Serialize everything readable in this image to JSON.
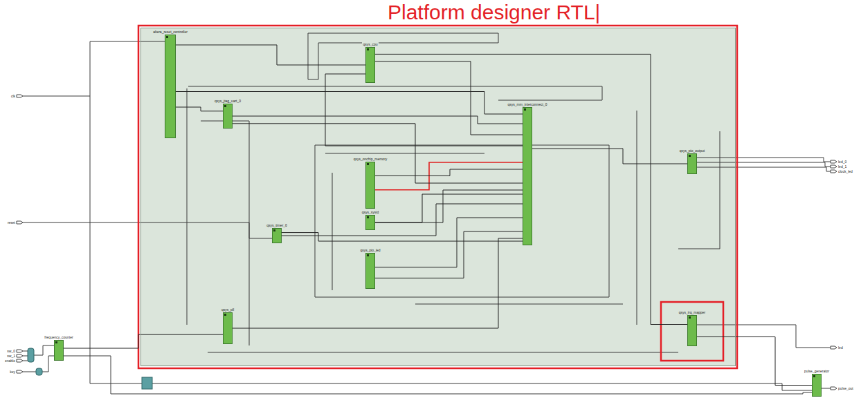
{
  "diagram": {
    "nodes": [
      {
        "text": [
          "Platform designer RTL|"
        ]
      },
      {
        "text": [
          "altera_reset_controller"
        ],
        "in": 0
      },
      {
        "text": [
          "qsys_jtag_uart_0"
        ],
        "in": 0
      },
      {
        "text": [
          "qsys_cpu"
        ],
        "in": 0
      },
      {
        "text": [
          "qsys_mm_interconnect_0"
        ],
        "in": 0
      },
      {
        "text": [
          "qsys_onchip_memory"
        ],
        "in": 0
      },
      {
        "text": [
          "qsys_sysid"
        ],
        "in": 0
      },
      {
        "text": [
          "qsys_timer_0"
        ],
        "in": 0
      },
      {
        "text": [
          "qsys_pio_led"
        ],
        "in": 0
      },
      {
        "text": [
          "qsys_pll"
        ],
        "in": 0
      },
      {
        "text": [
          "qsys_pio_output"
        ],
        "in": 0
      },
      {
        "text": [
          "qsys_irq_mapper"
        ],
        "in": 0
      },
      {
        "text": [
          "frequency_counter"
        ]
      },
      {
        "text": [
          "pulse_generator"
        ]
      }
    ],
    "edges": [
      {
        "from": 1,
        "to": 2,
        "arrow": "none"
      },
      {
        "from": 1,
        "to": 4,
        "arrow": "none"
      },
      {
        "from": 2,
        "to": 4,
        "arrow": "none"
      },
      {
        "from": 3,
        "to": 4,
        "arrow": "none"
      },
      {
        "from": 4,
        "to": 3,
        "arrow": "none"
      },
      {
        "from": 5,
        "to": 4,
        "arrow": "none"
      },
      {
        "from": 4,
        "to": 5,
        "arrow": "none"
      },
      {
        "from": 6,
        "to": 4,
        "arrow": "none"
      },
      {
        "from": 7,
        "to": 4,
        "arrow": "none"
      },
      {
        "from": 8,
        "to": 4,
        "arrow": "none"
      },
      {
        "from": 4,
        "to": 8,
        "arrow": "none"
      },
      {
        "from": 4,
        "to": 10,
        "arrow": "none"
      },
      {
        "from": 9,
        "to": 4,
        "arrow": "none"
      },
      {
        "from": 11,
        "to": 3,
        "arrow": "none"
      },
      {
        "from": 12,
        "to": 9,
        "arrow": "none"
      },
      {
        "from": 4,
        "to": 2,
        "arrow": "none"
      },
      {
        "from": 1,
        "to": 3,
        "arrow": "none"
      },
      {
        "from": 4,
        "to": 6,
        "arrow": "none"
      },
      {
        "from": 11,
        "to": 13,
        "arrow": "none"
      },
      {
        "from": 4,
        "to": 7,
        "arrow": "none"
      }
    ],
    "labels": [
      "clk",
      "reset",
      "sw_0",
      "sw_1",
      "enable",
      "key",
      "led_0",
      "led_1",
      "clock_led",
      "led",
      "pulse_out"
    ]
  }
}
